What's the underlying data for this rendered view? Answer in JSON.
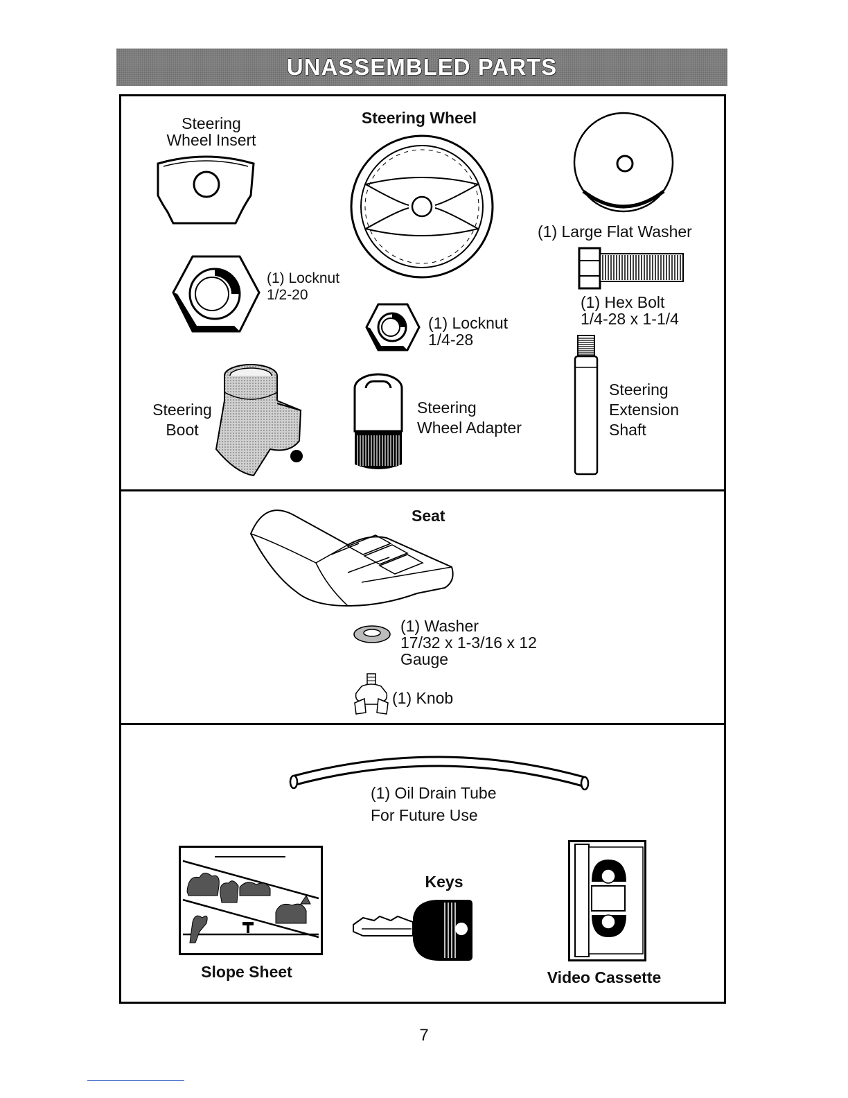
{
  "header": {
    "title": "UNASSEMBLED PARTS"
  },
  "steering_section": {
    "steering_wheel_insert": "Steering\nWheel Insert",
    "steering_wheel": "Steering Wheel",
    "large_flat_washer": "(1) Large Flat Washer",
    "locknut_half": "(1) Locknut\n1/2-20",
    "locknut_quarter": "(1) Locknut\n1/4-28",
    "hex_bolt": "(1) Hex Bolt\n1/4-28 x 1-1/4",
    "steering_boot": "Steering\nBoot",
    "steering_wheel_adapter": "Steering\nWheel Adapter",
    "steering_extension_shaft": "Steering\nExtension\nShaft"
  },
  "seat_section": {
    "seat": "Seat",
    "washer": "(1) Washer\n17/32 x 1-3/16 x 12\nGauge",
    "knob": "(1) Knob"
  },
  "misc_section": {
    "oil_drain_tube": "(1) Oil Drain Tube\nFor Future Use",
    "keys": "Keys",
    "slope_sheet": "Slope Sheet",
    "video_cassette": "Video Cassette"
  },
  "footer": {
    "page_number": "7"
  }
}
